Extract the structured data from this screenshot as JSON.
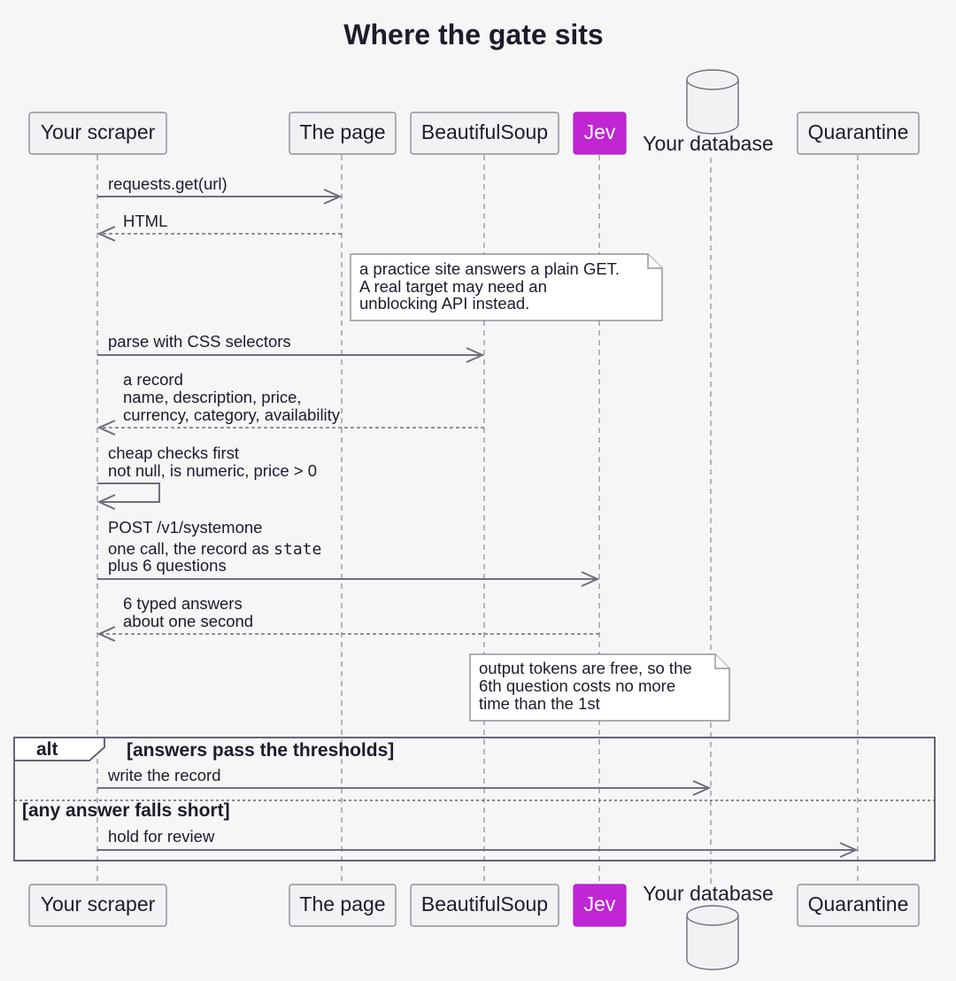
{
  "title": "Where the gate sits",
  "participants": [
    {
      "key": "scraper",
      "label": "Your scraper"
    },
    {
      "key": "page",
      "label": "The page"
    },
    {
      "key": "soup",
      "label": "BeautifulSoup"
    },
    {
      "key": "jev",
      "label": "Jev"
    },
    {
      "key": "db",
      "label": "Your database"
    },
    {
      "key": "quarantine",
      "label": "Quarantine"
    }
  ],
  "messages": {
    "m1": "requests.get(url)",
    "m2": "HTML",
    "m3": "parse with CSS selectors",
    "m4": [
      "a record",
      "name, description, price,",
      "currency, category, availability"
    ],
    "m5": [
      "cheap checks first",
      "not null, is numeric, price > 0"
    ],
    "m6": {
      "line1": "POST /v1/systemone",
      "line2_prefix": "one call, the record as ",
      "line2_code": "state",
      "line3": "plus 6 questions"
    },
    "m7": [
      "6 typed answers",
      "about one second"
    ],
    "m8": "write the record",
    "m9": "hold for review"
  },
  "notes": {
    "n1": [
      "a practice site answers a plain GET.",
      "A real target may need an",
      "unblocking API instead."
    ],
    "n2": [
      "output tokens are free, so the",
      "6th question costs no more",
      "time than the 1st"
    ]
  },
  "alt": {
    "label": "alt",
    "guard1": "[answers pass the thresholds]",
    "guard2": "[any answer falls short]"
  },
  "colors": {
    "accent": "#c026d3",
    "background": "#f6f6f7",
    "line": "#6e707c"
  }
}
